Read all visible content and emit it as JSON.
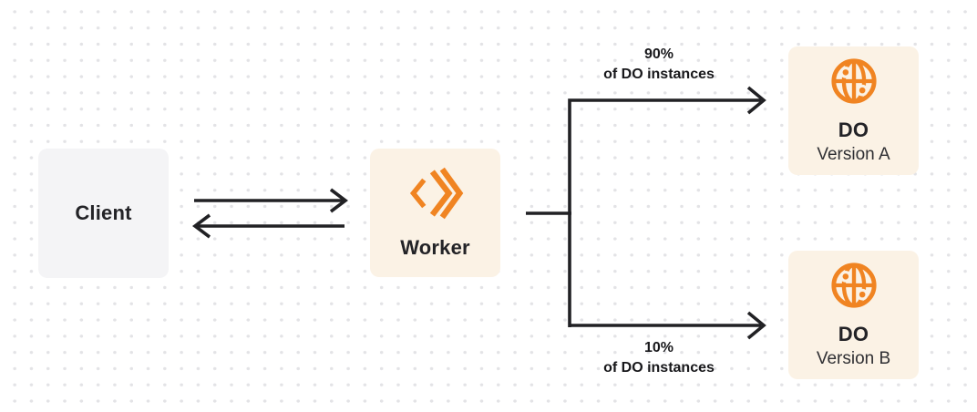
{
  "diagram": {
    "client": {
      "label": "Client"
    },
    "worker": {
      "label": "Worker"
    },
    "do_version_a": {
      "title": "DO",
      "subtitle": "Version A"
    },
    "do_version_b": {
      "title": "DO",
      "subtitle": "Version B"
    },
    "top_branch_label": {
      "line1": "90%",
      "line2": "of DO instances"
    },
    "bottom_branch_label": {
      "line1": "10%",
      "line2": "of DO instances"
    },
    "icons": {
      "worker_icon": "cloudflare-workers-chevrons",
      "durable_object_icon": "globe-with-nodes"
    }
  },
  "colors": {
    "accent_orange": "#F08422",
    "node_cream_bg": "#FBF2E5",
    "node_gray_bg": "#F4F4F6",
    "connector_dark": "#212124",
    "dot_grid": "#E3E3E6",
    "text_dark": "#232327",
    "text_sub": "#2F2F33"
  }
}
